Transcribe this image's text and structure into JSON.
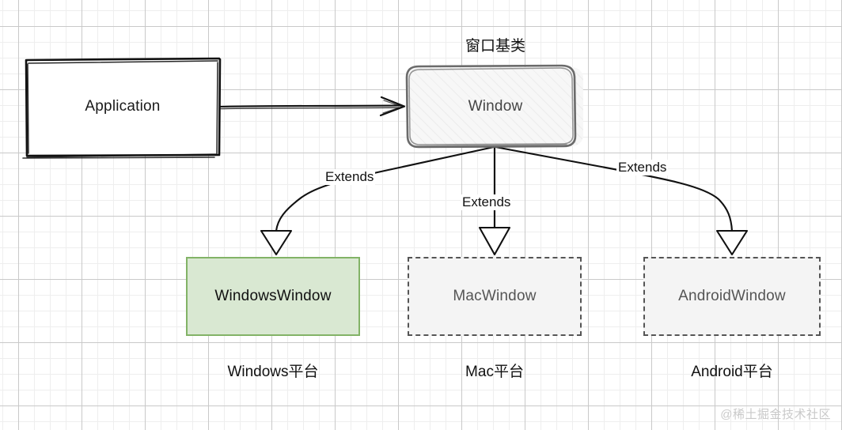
{
  "diagram": {
    "title_above_window": "窗口基类",
    "nodes": [
      {
        "id": "application",
        "label": "Application",
        "style": "sketch-solid-black"
      },
      {
        "id": "window",
        "label": "Window",
        "style": "sketch-rounded-hatched"
      },
      {
        "id": "windowswindow",
        "label": "WindowsWindow",
        "style": "solid-green"
      },
      {
        "id": "macwindow",
        "label": "MacWindow",
        "style": "dashed-gray"
      },
      {
        "id": "androidwindow",
        "label": "AndroidWindow",
        "style": "dashed-gray"
      }
    ],
    "captions": {
      "windows": "Windows平台",
      "mac": "Mac平台",
      "android": "Android平台"
    },
    "edges": [
      {
        "from": "application",
        "to": "window",
        "label": "",
        "arrow": "open-arrow"
      },
      {
        "from": "window",
        "to": "windowswindow",
        "label": "Extends",
        "arrow": "hollow-triangle"
      },
      {
        "from": "window",
        "to": "macwindow",
        "label": "Extends",
        "arrow": "hollow-triangle"
      },
      {
        "from": "window",
        "to": "androidwindow",
        "label": "Extends",
        "arrow": "hollow-triangle"
      }
    ],
    "edge_labels": {
      "left": "Extends",
      "middle": "Extends",
      "right": "Extends"
    },
    "colors": {
      "green_fill": "#d9e8d2",
      "green_border": "#82b366",
      "dashed_fill": "#f4f4f4",
      "dashed_border": "#555555",
      "window_border": "#666666",
      "stroke": "#111111",
      "grid_minor": "#eeeeee",
      "grid_major": "#c9c9c9"
    }
  },
  "watermark": "@稀土掘金技术社区"
}
